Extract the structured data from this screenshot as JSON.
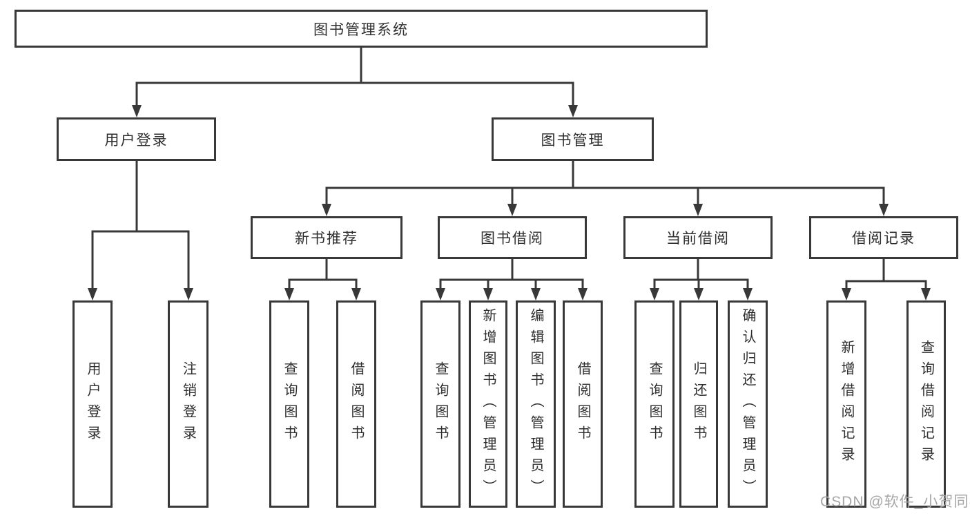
{
  "diagram": {
    "root": {
      "label": "图书管理系统"
    },
    "branches": {
      "user_login": {
        "label": "用户登录",
        "children": [
          "用户登录",
          "注销登录"
        ]
      },
      "book_mgmt": {
        "label": "图书管理",
        "children": [
          {
            "label": "新书推荐",
            "children": [
              "查询图书",
              "借阅图书"
            ]
          },
          {
            "label": "图书借阅",
            "children": [
              "查询图书",
              "新增图书（管理员）",
              "编辑图书（管理员）",
              "借阅图书"
            ]
          },
          {
            "label": "当前借阅",
            "children": [
              "查询图书",
              "归还图书",
              "确认归还（管理员）"
            ]
          },
          {
            "label": "借阅记录",
            "children": [
              "新增借阅记录",
              "查询借阅记录"
            ]
          }
        ]
      }
    },
    "colors": {
      "line": "#383838",
      "text": "#2e2e2e",
      "watermark": "#a6a6a6"
    },
    "watermark": "CSDN @软件_小贺同学"
  }
}
